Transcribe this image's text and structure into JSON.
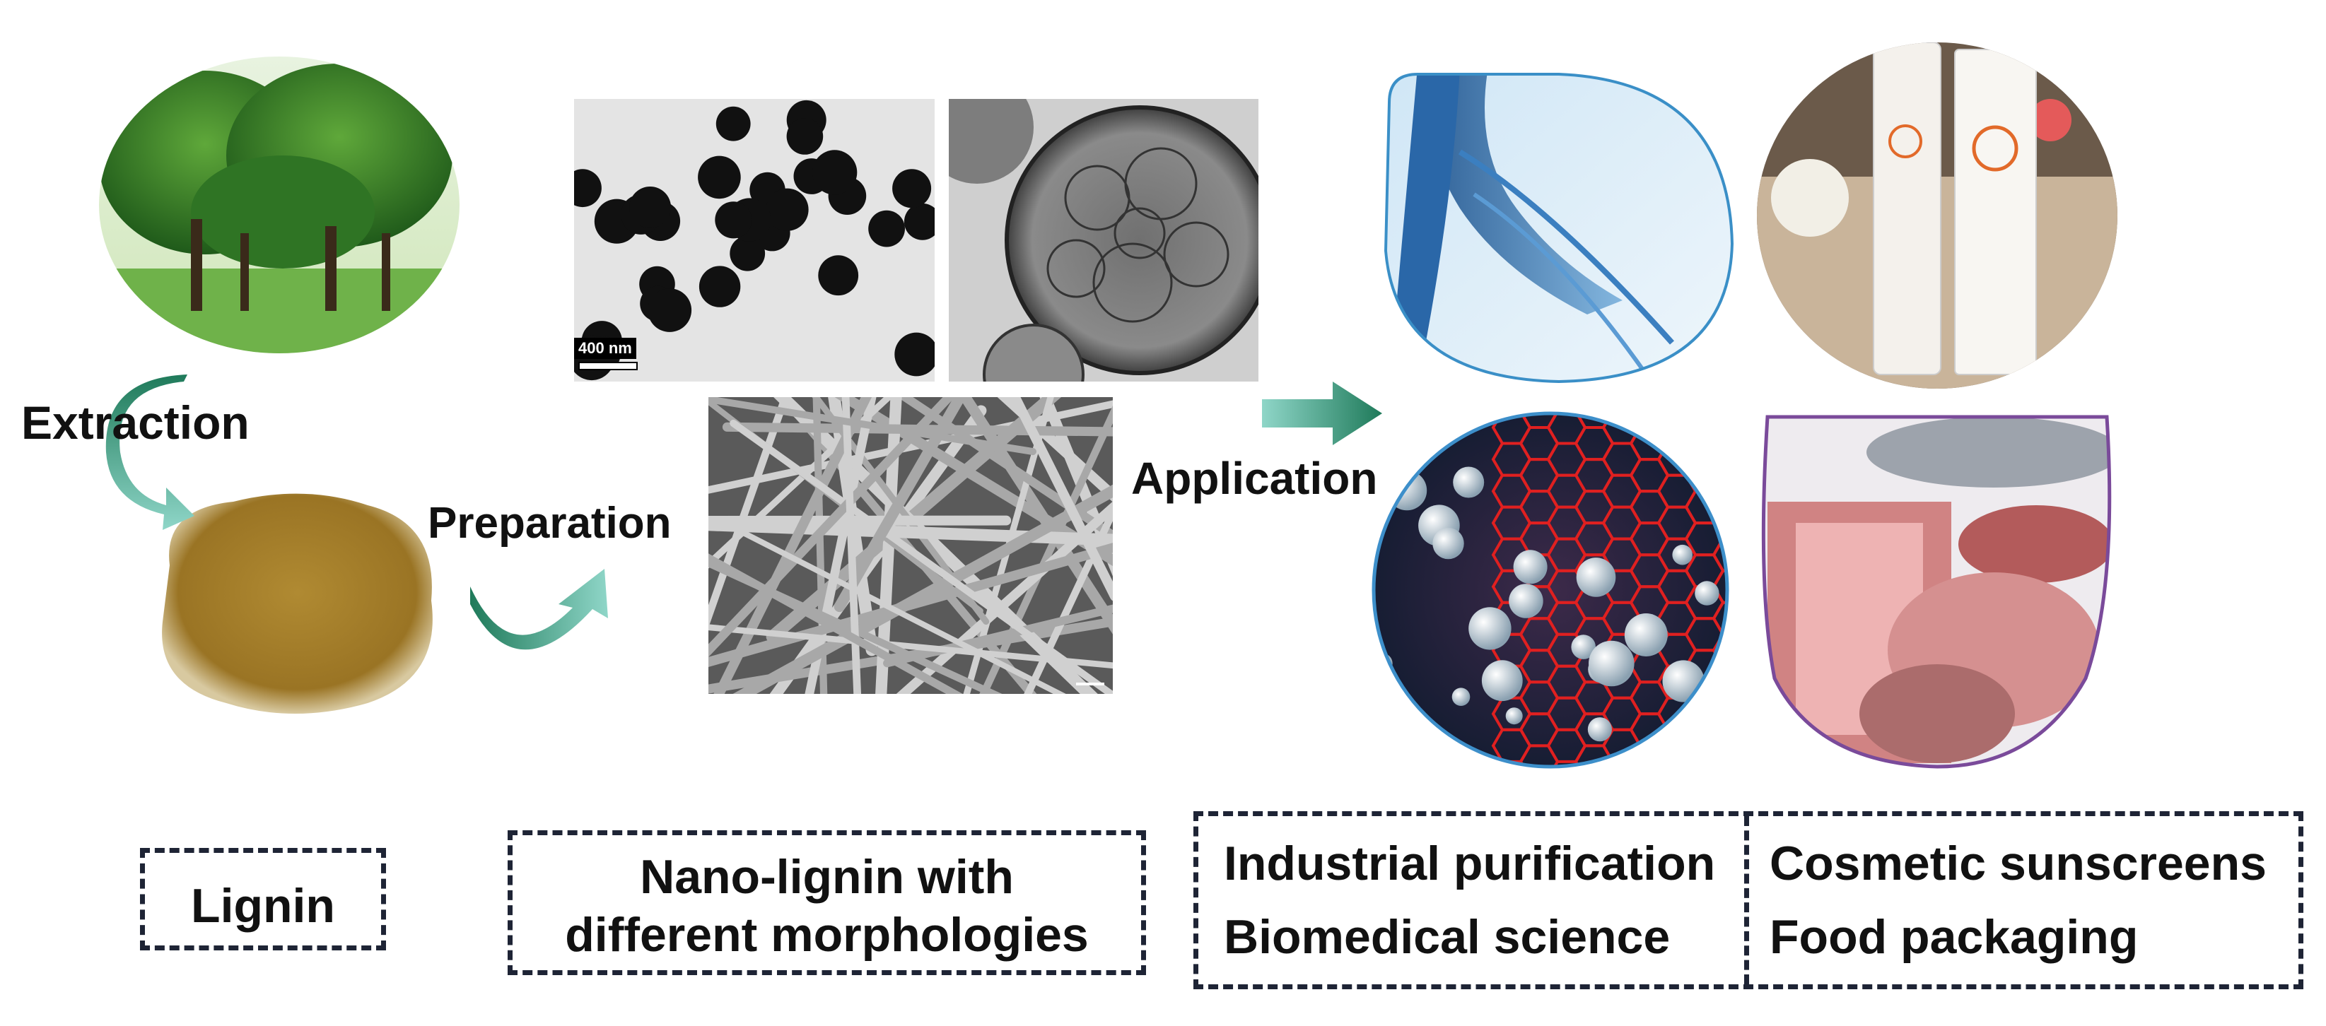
{
  "flow": {
    "extraction_label": "Extraction",
    "preparation_label": "Preparation",
    "application_label": "Application"
  },
  "images": {
    "tem_scale_label": "400 nm"
  },
  "boxes": {
    "lignin": "Lignin",
    "nano_line1": "Nano-lignin with",
    "nano_line2": "different morphologies",
    "app_left_line1": "Industrial purification",
    "app_left_line2": "Biomedical science",
    "app_right_line1": "Cosmetic sunscreens",
    "app_right_line2": "Food packaging"
  },
  "colors": {
    "arrow_gradient_start": "#1f7a5a",
    "arrow_gradient_end": "#8fd6c8",
    "box_border": "#1e2435"
  }
}
